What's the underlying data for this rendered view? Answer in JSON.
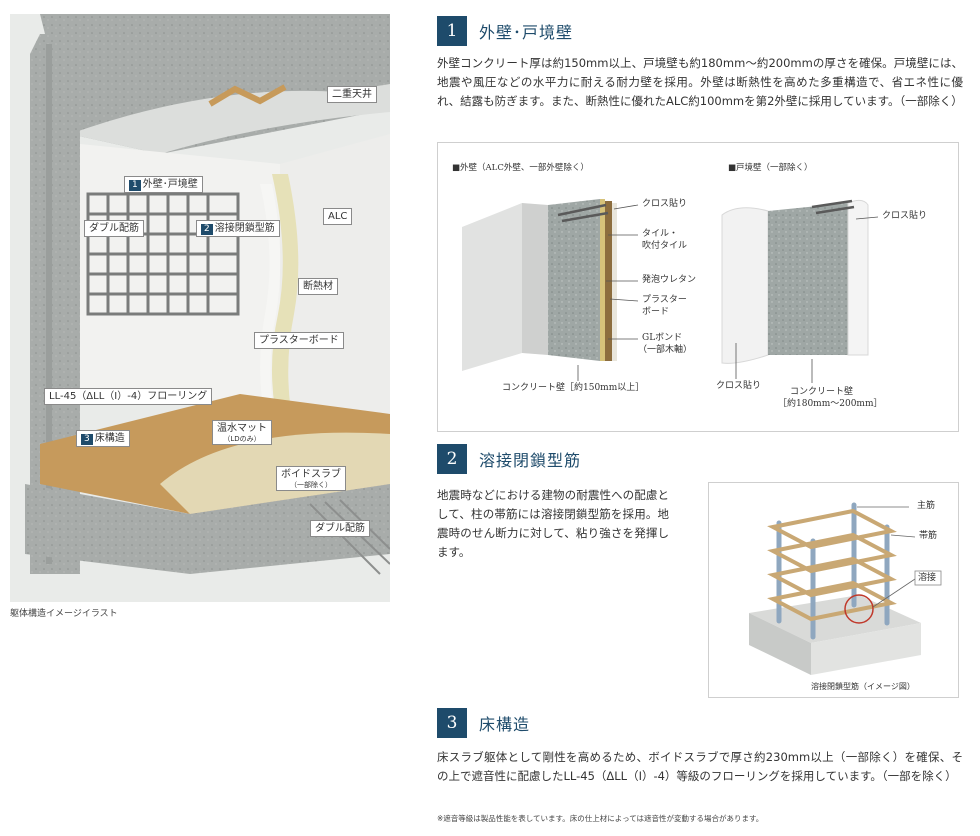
{
  "illustration": {
    "labels": {
      "double_ceiling": "二重天井",
      "sec1_num": "1",
      "sec1_label": "外壁･戸境壁",
      "double_rebar_upper": "ダブル配筋",
      "sec2_num": "2",
      "sec2_label": "溶接閉鎖型筋",
      "alc": "ALC",
      "insulation": "断熱材",
      "plaster_board": "プラスターボード",
      "flooring": "LL-45（ΔLL（Ⅰ）-4）フローリング",
      "sec3_num": "3",
      "sec3_label": "床構造",
      "hot_water_mat": "温水マット",
      "hot_water_mat_note": "（LDのみ）",
      "void_slab": "ボイドスラブ",
      "void_slab_note": "（一部除く）",
      "double_rebar_lower": "ダブル配筋"
    },
    "caption": "躯体構造イメージイラスト"
  },
  "sections": [
    {
      "num": "1",
      "title": "外壁･戸境壁",
      "body": "外壁コンクリート厚は約150mm以上、戸境壁も約180mm～約200mmの厚さを確保。戸境壁には、地震や風圧などの水平力に耐える耐力壁を採用。外壁は断熱性を高めた多重構造で、省エネ性に優れ、結露も防ぎます。また、断熱性に優れたALC約100mmを第2外壁に採用しています。（一部除く）"
    },
    {
      "num": "2",
      "title": "溶接閉鎖型筋",
      "body": "地震時などにおける建物の耐震性への配慮として、柱の帯筋には溶接閉鎖型筋を採用。地震時のせん断力に対して、粘り強さを発揮します。"
    },
    {
      "num": "3",
      "title": "床構造",
      "body": "床スラブ躯体として剛性を高めるため、ボイドスラブで厚さ約230mm以上（一部除く）を確保、その上で遮音性に配慮したLL-45（ΔLL（Ⅰ）-4）等級のフローリングを採用しています。（一部を除く）"
    }
  ],
  "wall_figure": {
    "outer_title": "■外壁（ALC外壁、一部外壁除く）",
    "party_title": "■戸境壁（一部除く）",
    "outer_labels": {
      "cloth": "クロス貼り",
      "tile": "タイル・",
      "tile2": "吹付タイル",
      "urethane": "発泡ウレタン",
      "plaster1": "プラスター",
      "plaster2": "ボード",
      "gl1": "GLボンド",
      "gl2": "（一部木軸）",
      "concrete": "コンクリート壁［約150mm以上］"
    },
    "party_labels": {
      "cloth_right": "クロス貼り",
      "cloth_left": "クロス貼り",
      "concrete1": "コンクリート壁",
      "concrete2": "［約180mm～200mm］"
    }
  },
  "rebar_figure": {
    "main_bar": "主筋",
    "hoop": "帯筋",
    "weld": "溶接",
    "caption": "溶接閉鎖型筋（イメージ図）"
  },
  "footnote": "※遮音等級は製品性能を表しています。床の仕上材によっては遮音性が変動する場合があります。",
  "colors": {
    "accent": "#1e4b6b",
    "weld_circle": "#c0392b",
    "rebar": "#c9a874"
  }
}
